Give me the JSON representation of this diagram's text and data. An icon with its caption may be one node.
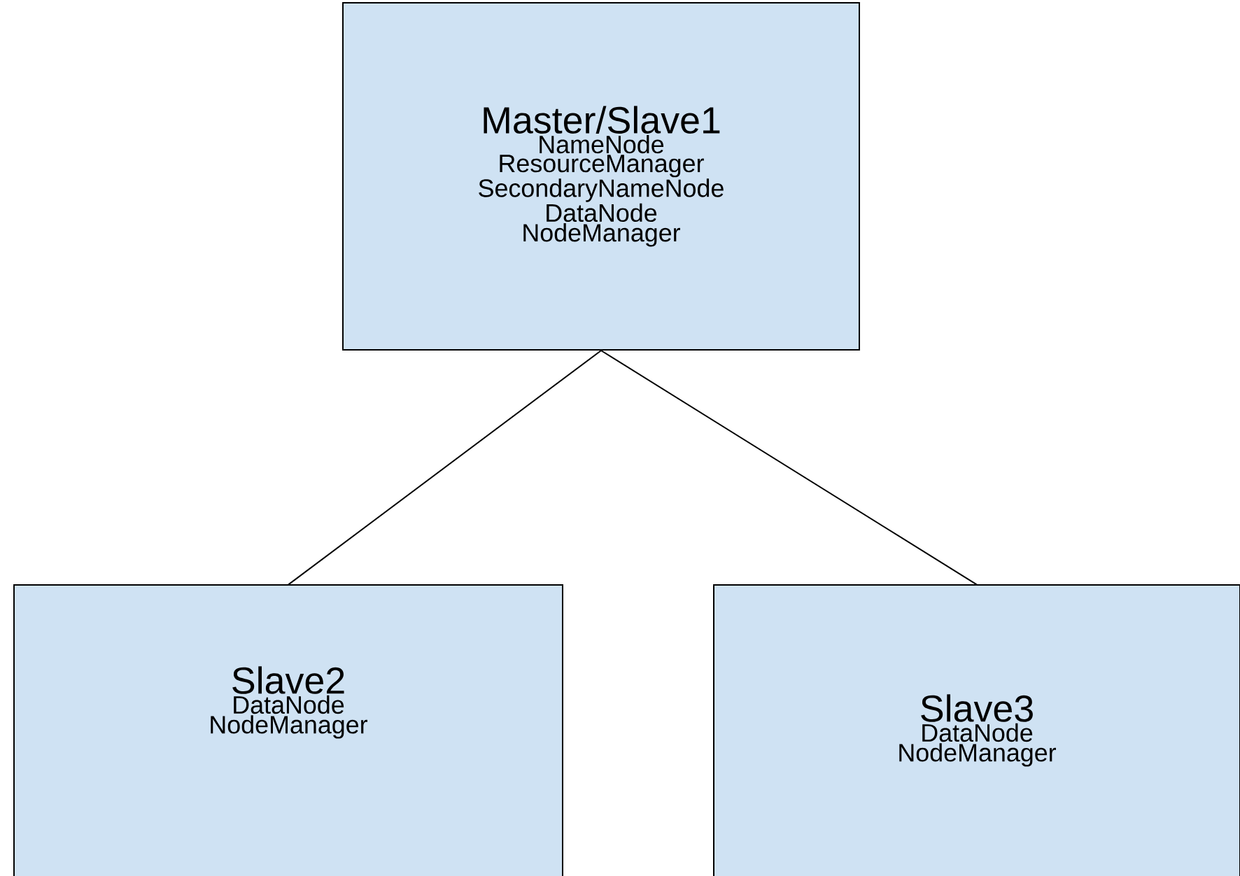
{
  "diagram": {
    "nodes": [
      {
        "text": [
          "Master/Slave1",
          "NameNode",
          "ResourceManager",
          "SecondaryNameNode",
          "DataNode",
          "NodeManager"
        ]
      },
      {
        "text": [
          "Slave2",
          "DataNode",
          "NodeManager"
        ]
      },
      {
        "text": [
          "Slave3",
          "DataNode",
          "NodeManager"
        ]
      }
    ],
    "edges": [
      {
        "from": 0,
        "to": 1,
        "arrow": "none"
      },
      {
        "from": 0,
        "to": 2,
        "arrow": "none"
      }
    ]
  }
}
